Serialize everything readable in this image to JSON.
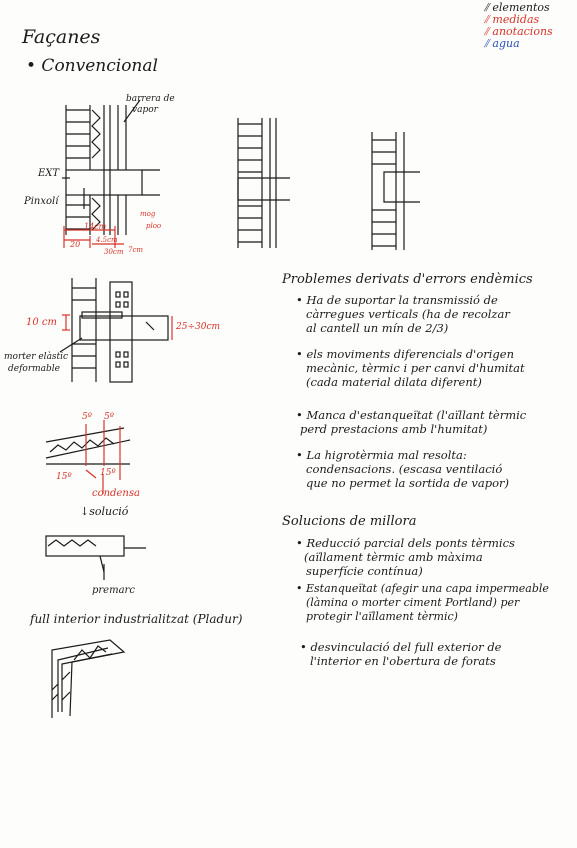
{
  "title": "Façanes",
  "subtitle": "• Convencional",
  "legend": {
    "items": [
      {
        "label": "elementos",
        "color": "#1b1b1b"
      },
      {
        "label": "medidas",
        "color": "#d8332a"
      },
      {
        "label": "anotacions",
        "color": "#d8332a"
      },
      {
        "label": "agua",
        "color": "#2a4fb8"
      }
    ]
  },
  "diagram1": {
    "barrera": "barrera de",
    "vapor": "vapor",
    "ext": "EXT",
    "pinxoli": "Pinxolí",
    "d14": "14cm",
    "d20": "20",
    "d45": "4.5cm",
    "d30": "30cm",
    "d7": "7cm",
    "mog": "mog",
    "ploo": "ploo"
  },
  "diagram3": {
    "d10": "10 cm",
    "d2530": "25÷30cm",
    "morter1": "morter elàstic",
    "morter2": "deformable"
  },
  "diagram4": {
    "a5a": "5º",
    "a5b": "5º",
    "a15a": "15º",
    "a15b": "15º",
    "condensa": "condensa",
    "solucio": "↓solució",
    "premarc": "premarc"
  },
  "pladur_label": "full interior industrialitzat (Pladur)",
  "problems": {
    "heading": "Problemes derivats d'errors endèmics",
    "items": [
      [
        "• Ha de suportar la transmissió de",
        "càrregues verticals (ha de recolzar",
        "al cantell un mín de 2/3)"
      ],
      [
        "• els moviments diferencials d'origen",
        "mecànic, tèrmic i per canvi d'humitat",
        "(cada material dilata diferent)"
      ],
      [
        "• Manca d'estanqueïtat (l'aïllant tèrmic",
        "perd prestacions amb l'humitat)"
      ],
      [
        "• La higrotèrmia mal resolta:",
        "condensacions. (escasa ventilació",
        "que no permet la sortida de vapor)"
      ]
    ]
  },
  "solutions": {
    "heading": "Solucions de millora",
    "items": [
      [
        "• Reducció parcial dels ponts tèrmics",
        "(aïllament tèrmic amb màxima",
        "superfície contínua)"
      ],
      [
        "• Estanqueïtat (afegir una capa impermeable",
        "(làmina o morter ciment Portland) per",
        "protegir l'aïllament tèrmic)"
      ],
      [
        "• desvinculació del full exterior de",
        "l'interior en l'obertura de forats"
      ]
    ]
  }
}
